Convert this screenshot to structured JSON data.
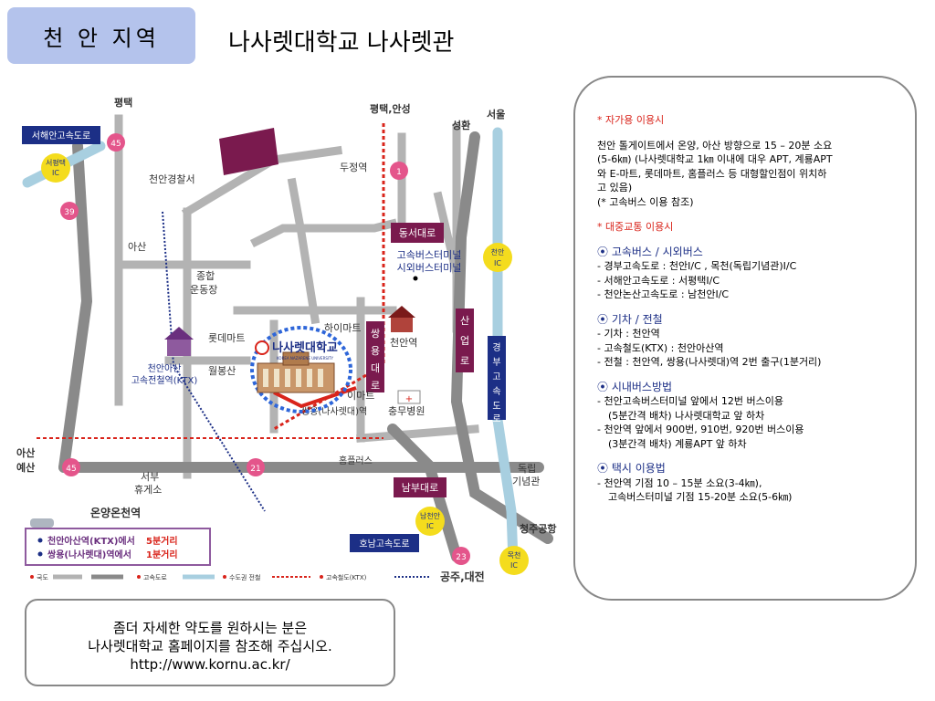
{
  "header": {
    "region": "천 안 지역",
    "title": "나사렛대학교  나사렛관"
  },
  "map": {
    "labels": {
      "pyeongtaek": "평택",
      "pyeongtaek_anseong": "평택,안성",
      "seonghwan": "성환",
      "seoul": "서울",
      "seohaean_hw": "서해안고속도로",
      "seopyeongtaek_ic": "서평택",
      "ic": "IC",
      "r45": "45",
      "r39": "39",
      "r1": "1",
      "r21": "21",
      "r23": "23",
      "police": "천안경찰서",
      "dujeong": "두정역",
      "asan": "아산",
      "dongseo": "동서대로",
      "terminal1": "고속버스터미널",
      "terminal2": "시외버스터미널",
      "cheonan_ic": "천안",
      "sports1": "종합",
      "sports2": "운동장",
      "himart": "하이마트",
      "lottemart": "롯데마트",
      "cheonan_stn": "천안역",
      "sanup": "산업로",
      "gyeongbu": "경부고속도로",
      "ssangyong_rd": "쌍용대로",
      "ktx1": "천안아산",
      "ktx2": "고속전철역(KTX)",
      "wolbong": "월봉산",
      "nazarene": "나사렛대학교",
      "nazarene_en": "KOREA NAZARENE UNIVERSITY",
      "emart": "이마트",
      "ssangyong_stn": "쌍용(나사렛대)역",
      "hospital": "충무병원",
      "asan2": "아산",
      "yesan": "예산",
      "seobu1": "서부",
      "seobu2": "휴게소",
      "homeplus": "홈플러스",
      "dongnip1": "독립",
      "dongnip2": "기념관",
      "nambu": "남부대로",
      "onyang": "온양온천역",
      "namcheonan": "남천안",
      "honam": "호남고속도로",
      "cheongju": "청주공항",
      "mokcheon": "목천",
      "gongju": "공주,대전"
    },
    "legend_box": {
      "line1_station": "천안아산역(KTX)에서",
      "line1_time": "5분거리",
      "line2_station": "쌍용(나사렛대)역에서",
      "line2_time": "1분거리"
    },
    "legend_bar": [
      "국도",
      "고속도로",
      "수도권 전철",
      "고속철도(KTX)"
    ]
  },
  "info": {
    "car_title": "* 자가용 이용시",
    "car_lines": [
      "천안 톨게이트에서 온양, 아산 방향으로 15 – 20분 소요",
      "(5-6㎞) (나사렛대학교 1㎞ 이내에 대우 APT, 계룡APT",
      "와 E-마트, 롯데마트, 홈플러스 등 대형할인점이 위치하",
      "고 있음)",
      "(* 고속버스 이용 참조)"
    ],
    "public_title": "* 대중교통 이용시",
    "bus_title": "⦿ 고속버스 / 시외버스",
    "bus_lines": [
      "- 경부고속도로 : 천안I/C , 목천(독립기념관)I/C",
      "- 서해안고속도로 : 서평택I/C",
      "- 천안논산고속도로 : 남천안I/C"
    ],
    "train_title": "⦿ 기차 / 전철",
    "train_lines": [
      "- 기차 : 천안역",
      "- 고속철도(KTX) : 천안아산역",
      "- 전철 : 천안역, 쌍용(나사렛대)역 2번 출구(1분거리)"
    ],
    "citybus_title": "⦿ 시내버스방법",
    "citybus_lines": [
      "- 천안고속버스터미널 앞에서 12번 버스이용",
      "(5분간격 배차) 나사렛대학교 앞 하차",
      "- 천안역 앞에서 900번, 910번, 920번 버스이용",
      "(3분간격 배차) 계룡APT 앞 하차"
    ],
    "taxi_title": "⦿ 택시 이용법",
    "taxi_lines": [
      "- 천안역 기점 10 – 15분 소요(3-4㎞),",
      "고속버스터미널 기점 15-20분 소요(5-6㎞)"
    ]
  },
  "note": {
    "line1": "좀더 자세한 약도를 원하시는 분은",
    "line2": "나사렛대학교 홈페이지를 참조해 주십시오.",
    "line3": "http://www.kornu.ac.kr/"
  },
  "colors": {
    "tab": "#b4c3ec",
    "road": "#b3b3b3",
    "highway": "#8a8a8a",
    "navy_box": "#1c2f86",
    "pink": "#e4558b",
    "yellow": "#f4dc1d",
    "red": "#d9241b",
    "subway": "#a8cfe0",
    "maroon": "#7a1a4e"
  }
}
